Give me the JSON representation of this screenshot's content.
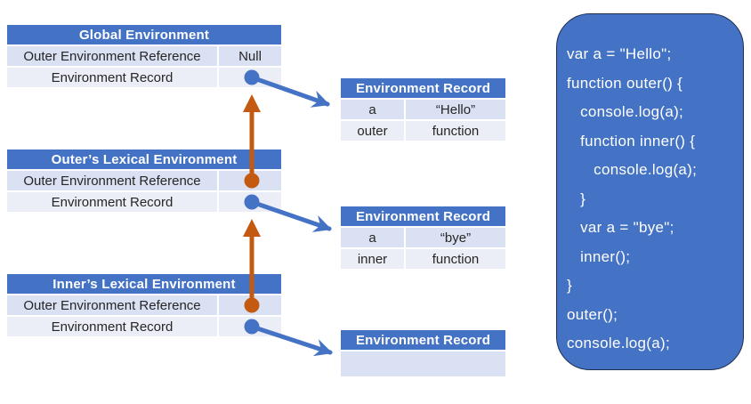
{
  "colors": {
    "header_blue": "#4472C4",
    "band_dark": "#D9E1F2",
    "band_light": "#EBEEF6",
    "arrow_blue": "#4472C4",
    "arrow_orange": "#C45911",
    "code_bg": "#4472C4",
    "code_border": "#1F3050",
    "text_dark": "#262626",
    "text_white": "#FFFFFF"
  },
  "env_tables": [
    {
      "title": "Global Environment",
      "rows": [
        {
          "label": "Outer Environment Reference",
          "value": "Null"
        },
        {
          "label": "Environment Record",
          "value": ""
        }
      ]
    },
    {
      "title": "Outer’s Lexical Environment",
      "rows": [
        {
          "label": "Outer Environment Reference",
          "value": ""
        },
        {
          "label": "Environment Record",
          "value": ""
        }
      ]
    },
    {
      "title": "Inner’s Lexical Environment",
      "rows": [
        {
          "label": "Outer Environment Reference",
          "value": ""
        },
        {
          "label": "Environment Record",
          "value": ""
        }
      ]
    }
  ],
  "record_tables": [
    {
      "title": "Environment Record",
      "rows": [
        {
          "name": "a",
          "value": "“Hello”"
        },
        {
          "name": "outer",
          "value": "function"
        }
      ]
    },
    {
      "title": "Environment Record",
      "rows": [
        {
          "name": "a",
          "value": "“bye”"
        },
        {
          "name": "inner",
          "value": "function"
        }
      ]
    },
    {
      "title": "Environment Record",
      "rows": [
        {
          "name": "",
          "value": ""
        }
      ]
    }
  ],
  "code_block": {
    "lines": [
      "var a = \"Hello\";",
      "function outer() {",
      "   console.log(a);",
      "   function inner() {",
      "      console.log(a);",
      "   }",
      "   var a = \"bye\";",
      "   inner();",
      "}",
      "outer();",
      "console.log(a);"
    ]
  }
}
